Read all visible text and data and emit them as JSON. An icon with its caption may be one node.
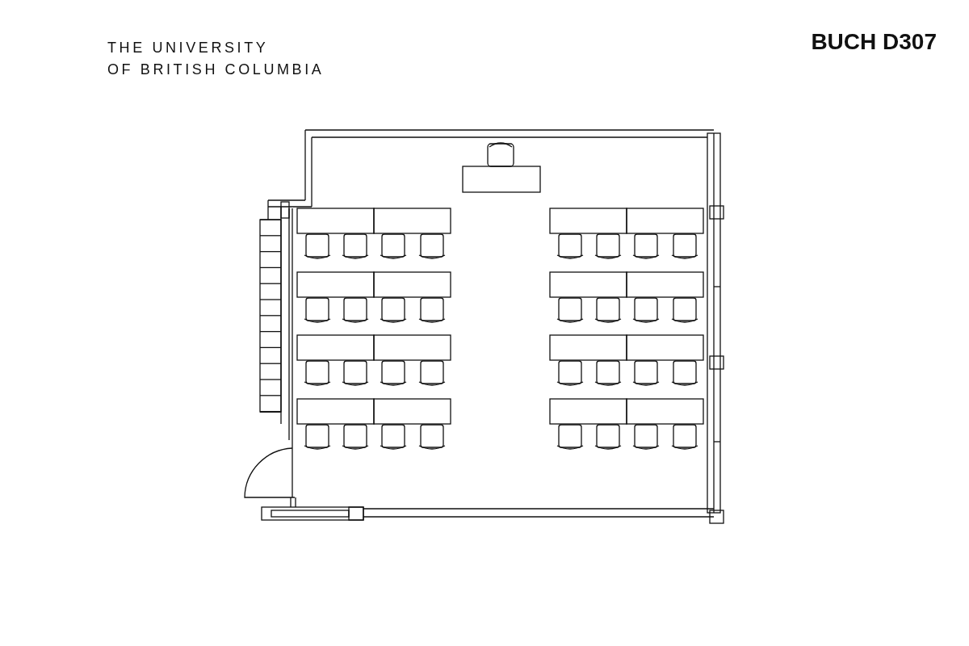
{
  "diagram": {
    "title": "BUCH D307",
    "labels": [
      "THE UNIVERSITY",
      "OF BRITISH COLUMBIA"
    ]
  }
}
